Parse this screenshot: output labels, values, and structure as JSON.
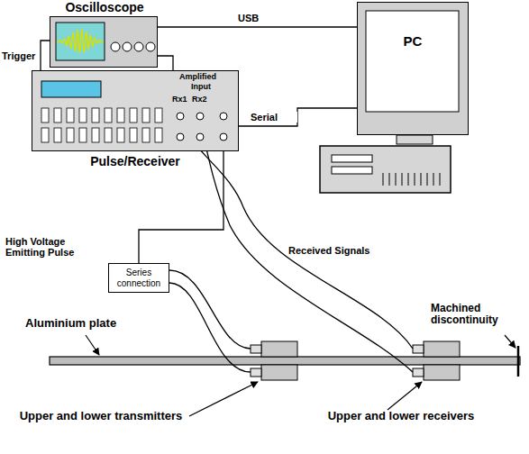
{
  "diagram": {
    "nodes": [
      {
        "text": [
          "Oscilloscope"
        ]
      },
      {
        "text": [
          "Pulse/Receiver"
        ]
      },
      {
        "text": [
          "PC"
        ]
      },
      {
        "text": [
          "Series connection"
        ]
      }
    ],
    "edges": [
      {
        "from": 0,
        "to": 2,
        "label": "USB",
        "arrow": "none"
      },
      {
        "from": 1,
        "to": 2,
        "label": "Serial",
        "arrow": "none"
      },
      {
        "from": 1,
        "to": 0,
        "arrow": "none"
      },
      {
        "from": 0,
        "to": 1,
        "arrow": "none"
      },
      {
        "from": 1,
        "to": 3,
        "label": "High Voltage Emitting Pulse",
        "arrow": "none"
      }
    ],
    "labels": [
      "Trigger",
      "Amplified",
      "Input",
      "Rx1",
      "Rx2",
      "Received Signals",
      "Aluminium plate",
      "Machined discontinuity",
      "Upper and lower transmitters",
      "Upper and lower receivers"
    ]
  }
}
